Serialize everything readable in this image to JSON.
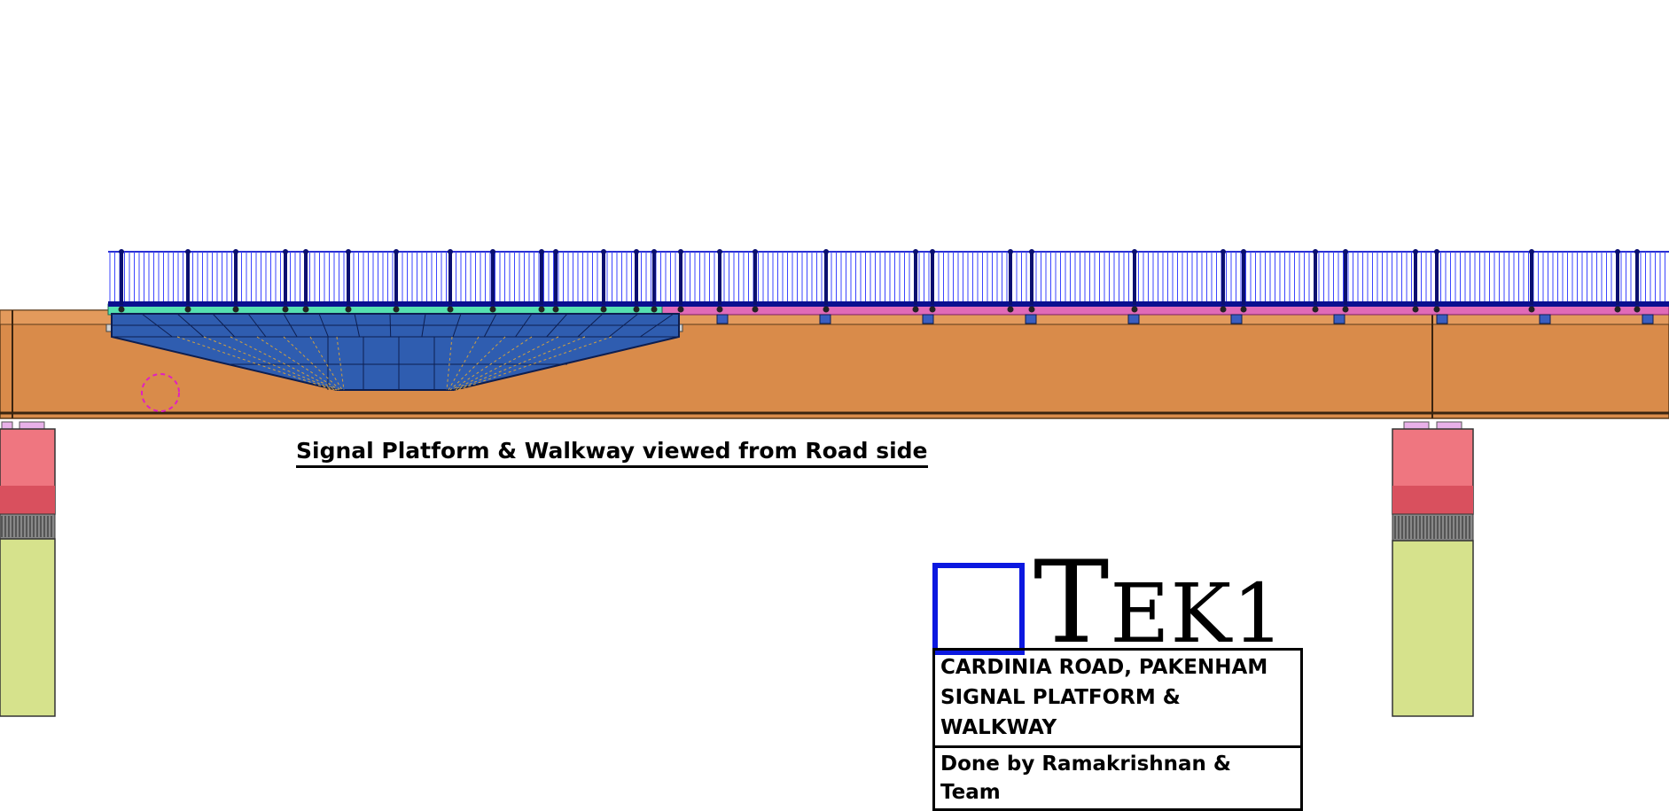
{
  "caption": "Signal Platform & Walkway viewed from Road side",
  "logo": {
    "text_big": "T",
    "text_small": "EK1"
  },
  "title_block": {
    "line1": "CARDINIA ROAD, PAKENHAM",
    "line2": "SIGNAL PLATFORM & WALKWAY",
    "credit": "Done by Ramakrishnan & Team"
  },
  "colors": {
    "girder": "#d98b4a",
    "platform": "#2f5db0",
    "railing": "#2a2fd0",
    "deck_green": "#55e0b0",
    "deck_pink": "#e06ab8",
    "pier_cap": "#ef7680",
    "pier_column": "#d6e28c",
    "logo_box": "#0b18e0"
  }
}
